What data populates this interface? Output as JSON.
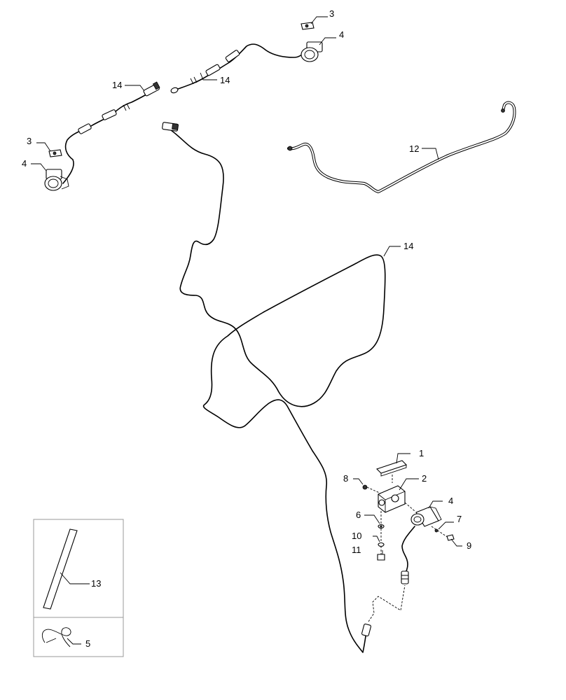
{
  "callouts": {
    "c1": "1",
    "c2": "2",
    "c3_top": "3",
    "c3_left": "3",
    "c4_top": "4",
    "c4_left": "4",
    "c4_bottom": "4",
    "c5": "5",
    "c6": "6",
    "c7": "7",
    "c8": "8",
    "c9": "9",
    "c10": "10",
    "c11": "11",
    "c12": "12",
    "c13": "13",
    "c14_left": "14",
    "c14_top": "14",
    "c14_mid": "14"
  }
}
